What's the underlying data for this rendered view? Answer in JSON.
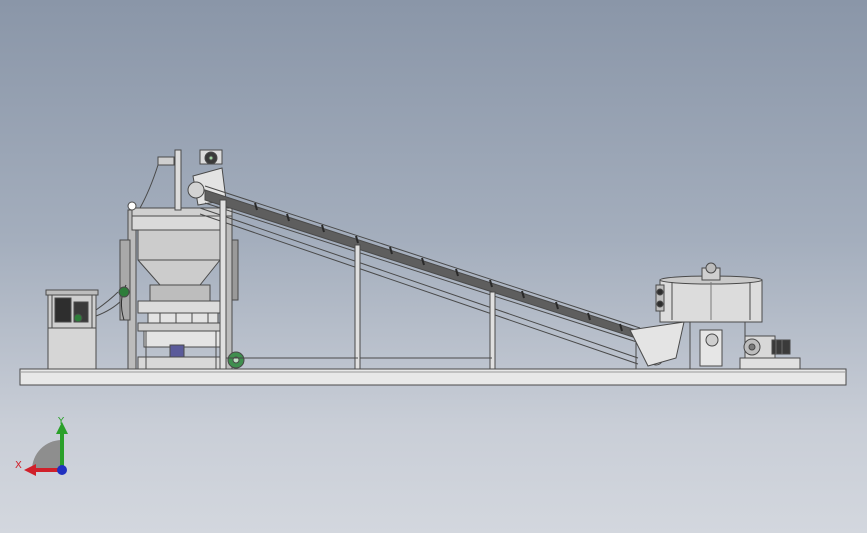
{
  "viewport": {
    "background_top": "#8a96a8",
    "background_bottom": "#d3d7de"
  },
  "model": {
    "colors": {
      "base": "#e6e6e6",
      "frame": "#d9d9d9",
      "outline": "#4a4a4a",
      "hopper": "#c8c8c8",
      "belt": "#5e5e5e",
      "motor_green": "#3f8f4f"
    },
    "components": [
      "base-platform",
      "hydraulic-station",
      "block-machine",
      "material-hopper",
      "belt-conveyor",
      "mixer",
      "mixer-motors"
    ]
  },
  "triad": {
    "x_label": "X",
    "y_label": "Y",
    "x_color": "#d0202a",
    "y_color": "#2aa02a",
    "z_color": "#2030c0"
  }
}
